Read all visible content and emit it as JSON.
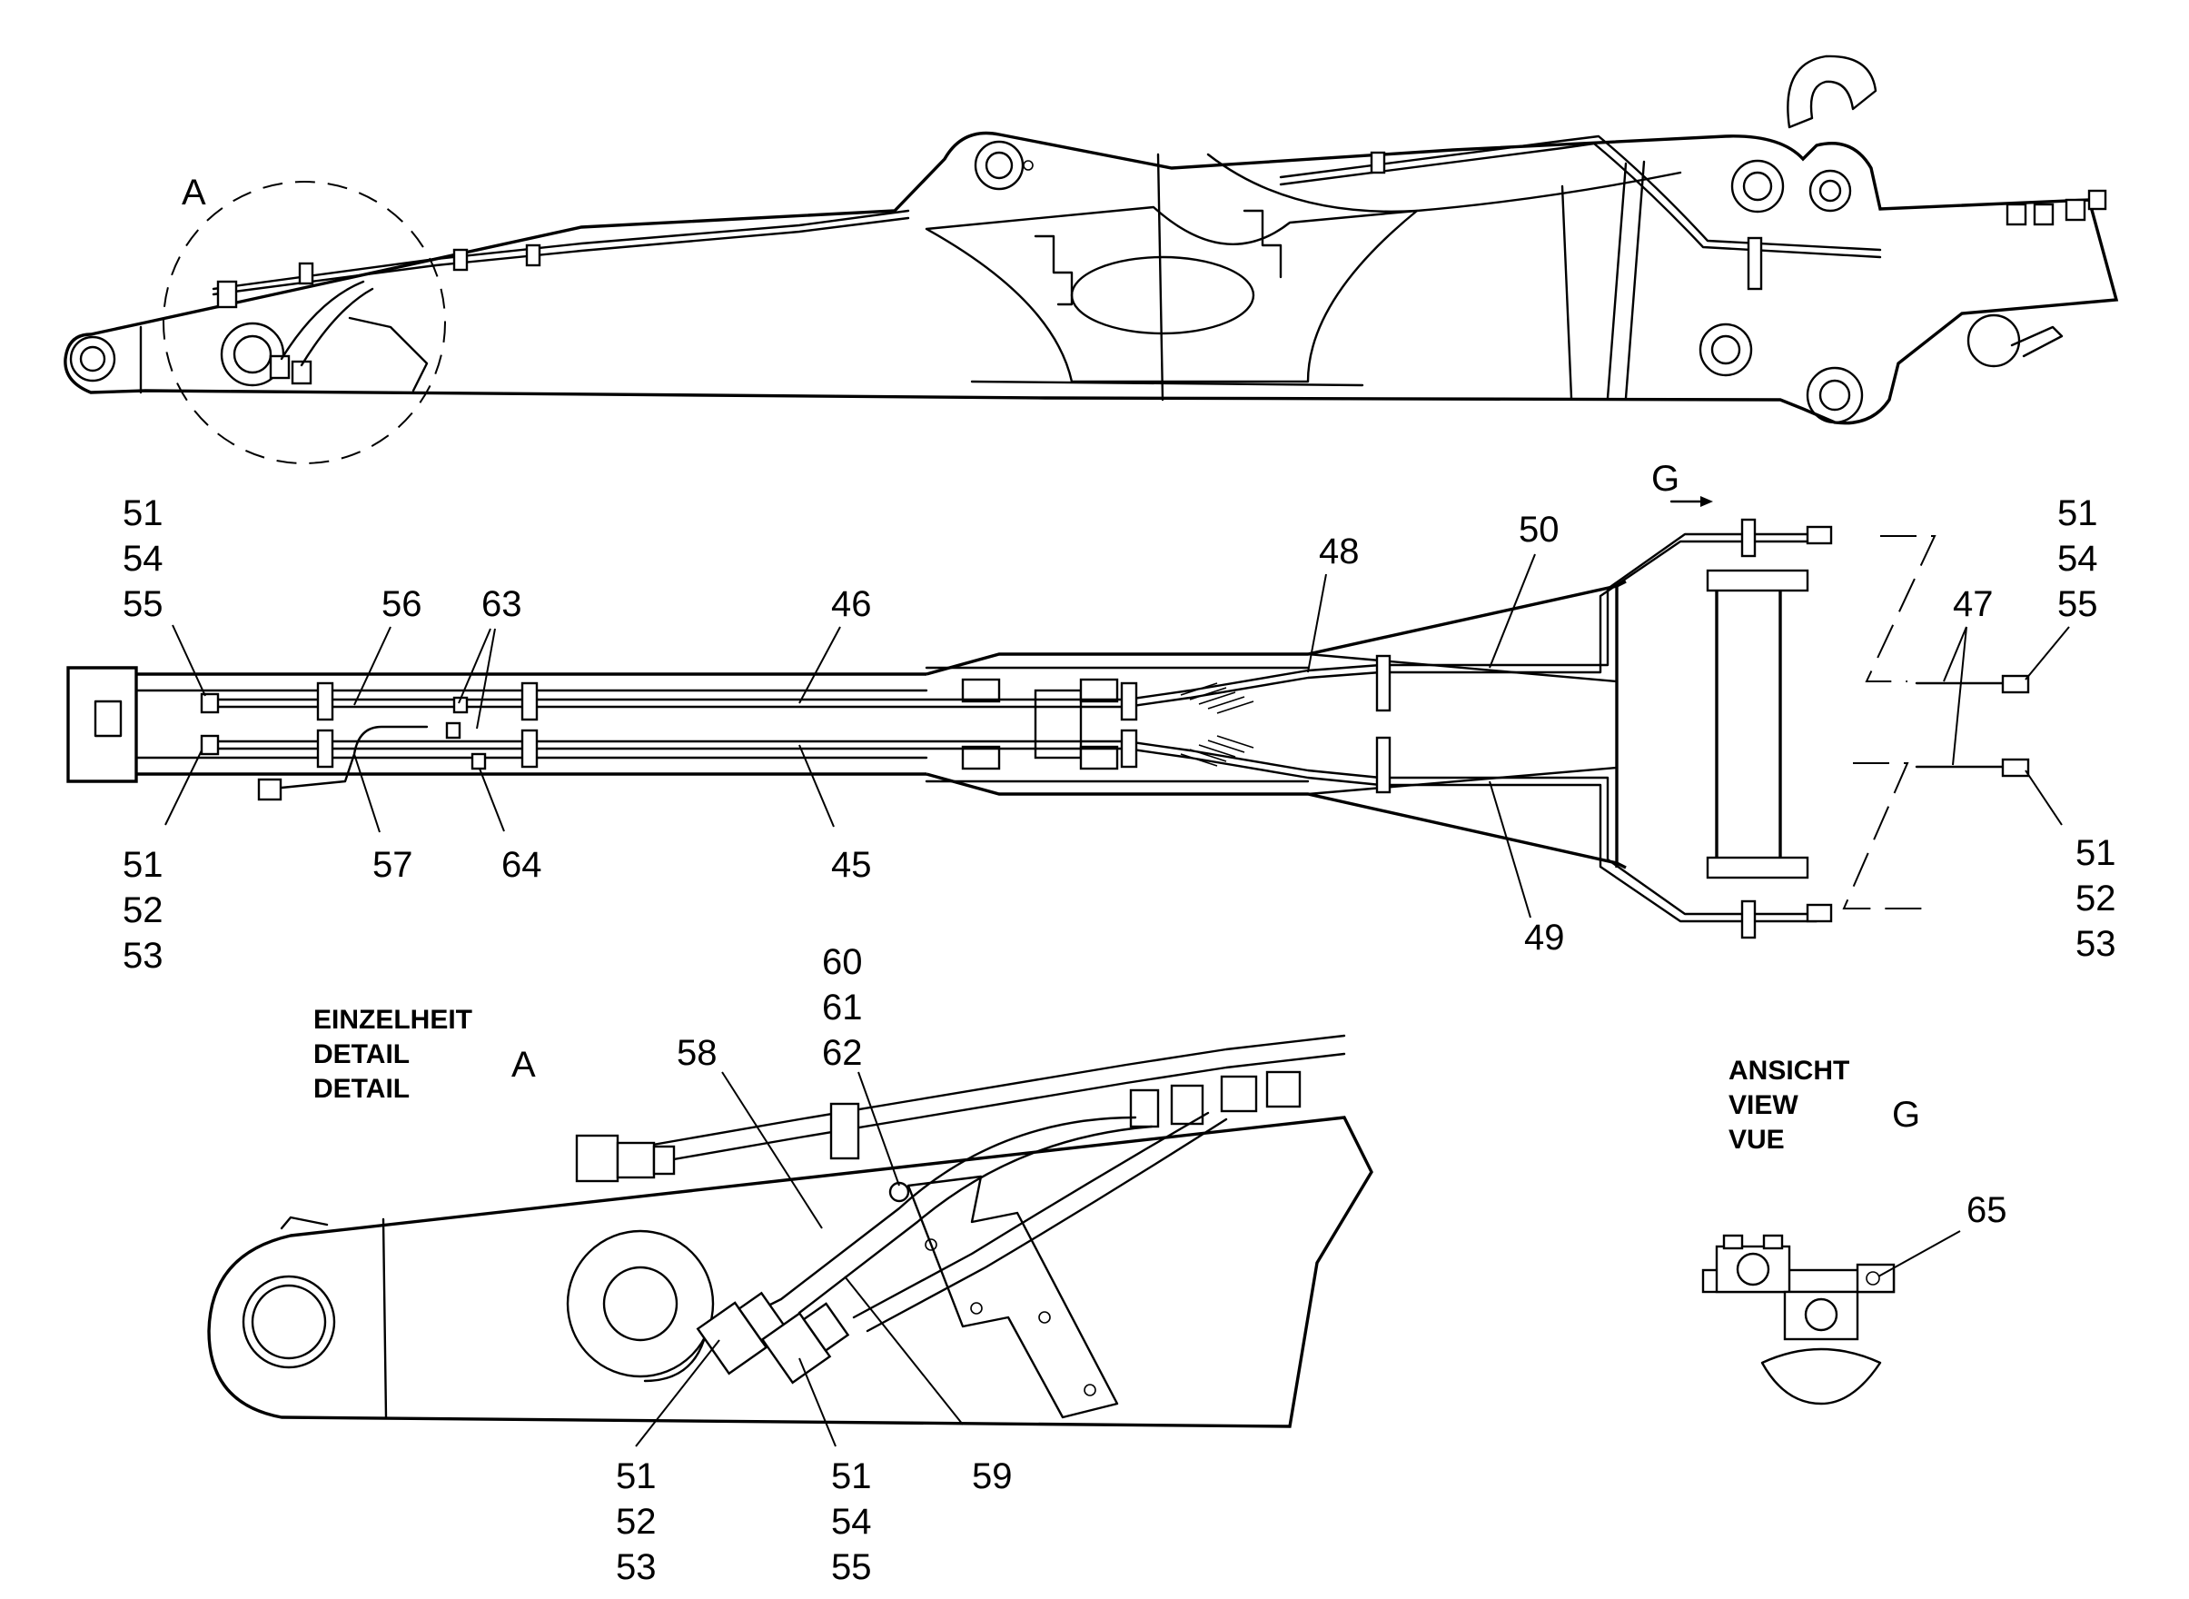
{
  "view_labels": {
    "detail_a_marker": "A",
    "view_g_marker": "G",
    "detail_a_letter": "A",
    "view_g_letter": "G",
    "detail_caption": [
      "EINZELHEIT",
      "DETAIL",
      "DETAIL"
    ],
    "view_caption": [
      "ANSICHT",
      "VIEW",
      "VUE"
    ]
  },
  "part_callouts": {
    "plan_left_top": [
      "51",
      "54",
      "55"
    ],
    "plan_left_bottom": [
      "51",
      "52",
      "53"
    ],
    "plan_right_top": [
      "51",
      "54",
      "55"
    ],
    "plan_right_bottom": [
      "51",
      "52",
      "53"
    ],
    "plan_singles": {
      "p56": "56",
      "p63": "63",
      "p46": "46",
      "p48": "48",
      "p50": "50",
      "p47": "47",
      "p57": "57",
      "p64": "64",
      "p45": "45",
      "p49": "49"
    },
    "detail_top": [
      "60",
      "61",
      "62"
    ],
    "detail_singles": {
      "p58": "58",
      "p59": "59"
    },
    "detail_bottom_left": [
      "51",
      "52",
      "53"
    ],
    "detail_bottom_right": [
      "51",
      "54",
      "55"
    ],
    "view_single": "65"
  }
}
